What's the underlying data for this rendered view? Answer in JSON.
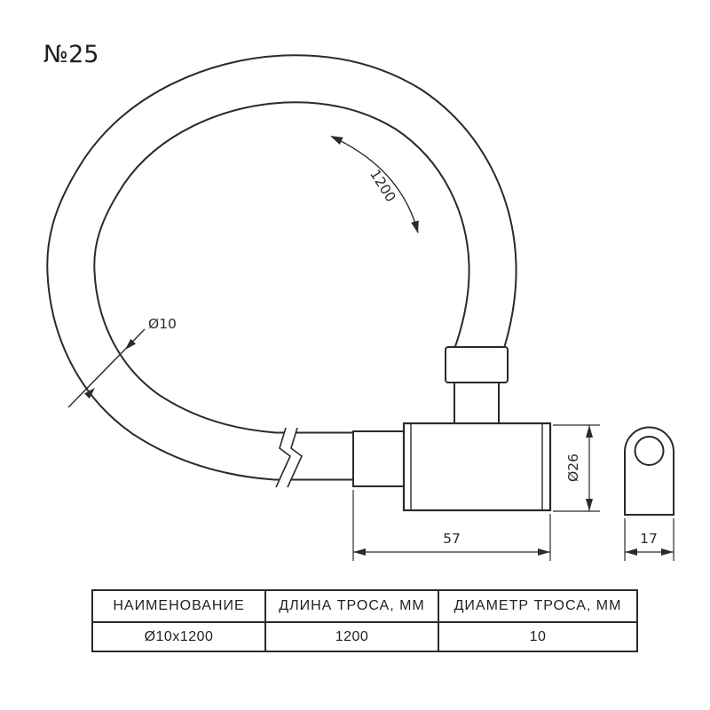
{
  "title": "№25",
  "dimensions": {
    "cable_length_arc": "1200",
    "cable_diameter_callout": "Ø10",
    "body_diameter": "Ø26",
    "body_length": "57",
    "end_piece_width": "17"
  },
  "table": {
    "headers": [
      "НАИМЕНОВАНИЕ",
      "ДЛИНА ТРОСА, ММ",
      "ДИАМЕТР ТРОСА, ММ"
    ],
    "row": [
      "Ø10x1200",
      "1200",
      "10"
    ]
  },
  "colors": {
    "line": "#2a2a2a",
    "background": "#ffffff"
  }
}
